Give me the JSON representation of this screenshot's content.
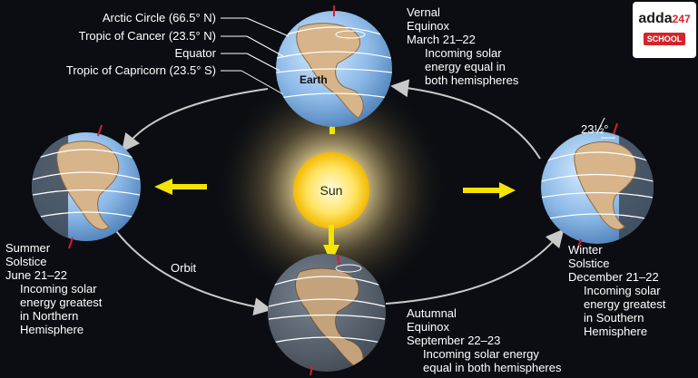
{
  "labels": {
    "arctic": "Arctic Circle (66.5° N)",
    "cancer": "Tropic of Cancer (23.5° N)",
    "equator": "Equator",
    "capricorn": "Tropic of Capricorn (23.5° S)",
    "earth": "Earth",
    "sun": "Sun",
    "orbit": "Orbit",
    "tilt": "23½°"
  },
  "seasons": {
    "vernal": [
      "Vernal",
      "Equinox",
      "March 21–22",
      "Incoming solar",
      "energy equal in",
      "both hemispheres"
    ],
    "summer": [
      "Summer",
      "Solstice",
      "June 21–22",
      "Incoming solar",
      "energy greatest",
      "in Northern",
      "Hemisphere"
    ],
    "winter": [
      "Winter",
      "Solstice",
      "December 21–22",
      "Incoming solar",
      "energy greatest",
      "in Southern",
      "Hemisphere"
    ],
    "autumnal": [
      "Autumnal",
      "Equinox",
      "September 22–23",
      "Incoming solar energy",
      "equal in both hemispheres"
    ]
  },
  "logo": {
    "brand": "adda",
    "number": "247",
    "sub": "SCHOOL"
  },
  "colors": {
    "background": "#0b0d12",
    "arrow": "#f5e400",
    "orbit": "#c9c9c9",
    "axis": "#d0202a",
    "logo_accent": "#d6232a"
  }
}
